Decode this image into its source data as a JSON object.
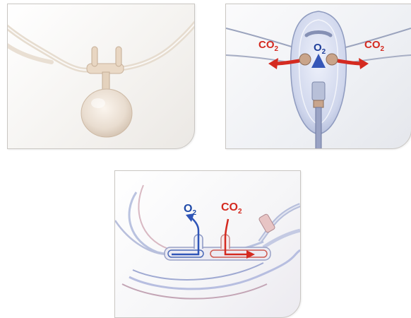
{
  "panels": [
    {
      "id": "nasal-cannula-reservoir",
      "labels": []
    },
    {
      "id": "oxygen-face-mask",
      "labels": [
        {
          "main": "CO",
          "sub": "2",
          "color": "#d42a20"
        },
        {
          "main": "O",
          "sub": "2",
          "color": "#1f3f9a"
        },
        {
          "main": "CO",
          "sub": "2",
          "color": "#d42a20"
        }
      ]
    },
    {
      "id": "nasal-cannula-airflow",
      "labels": [
        {
          "main": "O",
          "sub": "2",
          "color": "#1f4aa8"
        },
        {
          "main": "CO",
          "sub": "2",
          "color": "#d42a20"
        }
      ]
    }
  ]
}
